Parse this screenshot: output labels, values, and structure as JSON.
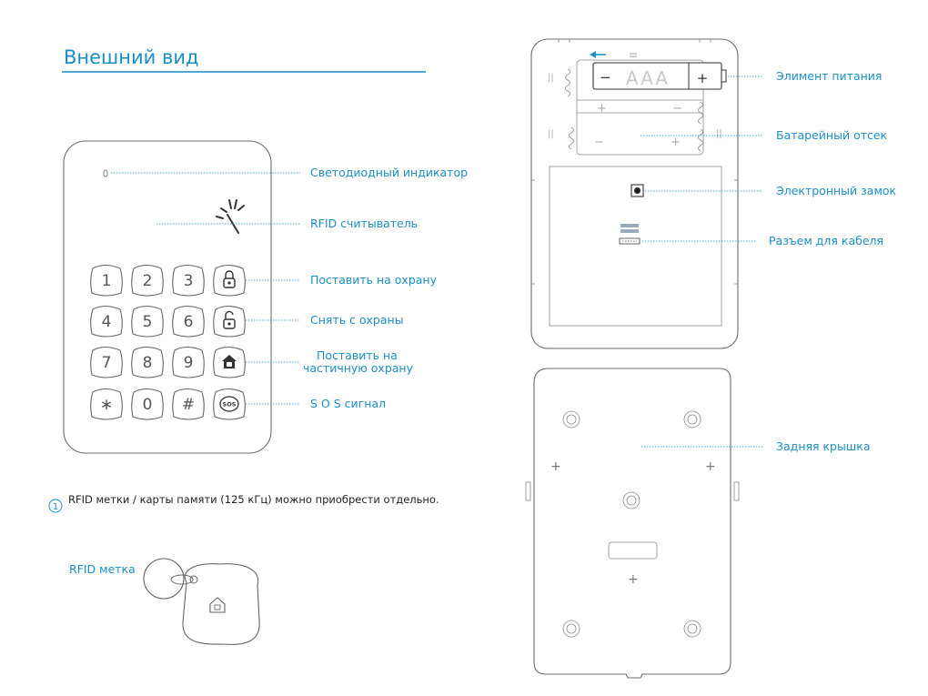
{
  "section_title": "Внешний вид",
  "keypad": {
    "keys": [
      "1",
      "2",
      "3",
      "",
      "4",
      "5",
      "6",
      "",
      "7",
      "8",
      "9",
      "",
      "∗",
      "0",
      "#",
      "SOS"
    ],
    "key_icons": [
      "",
      "",
      "",
      "lock-closed-icon",
      "",
      "",
      "",
      "lock-open-icon",
      "",
      "",
      "",
      "home-icon",
      "",
      "",
      "",
      "sos-icon"
    ]
  },
  "front_labels": {
    "led": "Светодиодный индикатор",
    "rfid": "RFID   считыватель",
    "arm": "Поставить на охрану",
    "disarm": "Снять с охраны",
    "partial_line1": "Поставить на",
    "partial_line2": "частичную охрану",
    "sos": "S  O S   сигнал"
  },
  "note": {
    "number": "1",
    "text": "RFID метки  / карты памяти (125 кГц) можно приобрести отдельно."
  },
  "tag_label": "RFID метка",
  "battery": {
    "label": "AAA",
    "minus": "−",
    "plus": "+"
  },
  "inside_labels": {
    "power": "Элимент питания",
    "compartment": "Батарейный отсек",
    "tamper": "Электронный замок",
    "cable": "Разъем для кабеля"
  },
  "back_labels": {
    "cover": "Задняя крышка"
  },
  "colors": {
    "accent": "#1a8fc6",
    "outline": "#6b6b6b"
  }
}
